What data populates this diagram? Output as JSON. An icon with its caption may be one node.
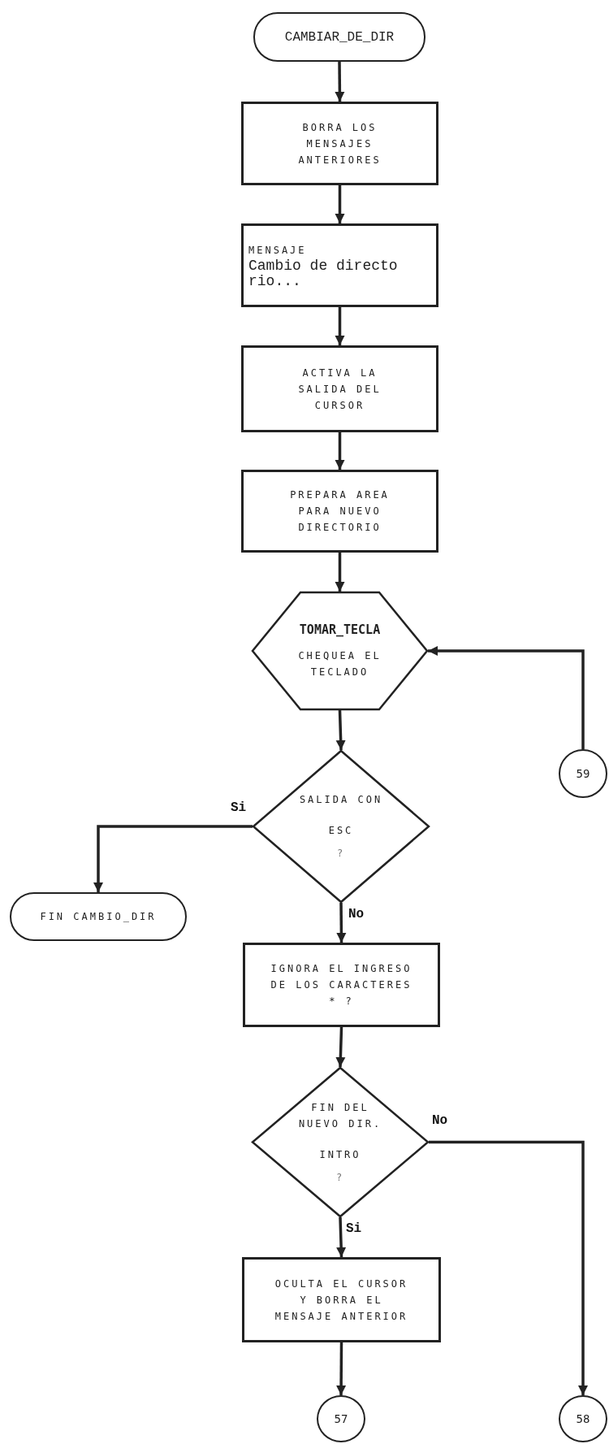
{
  "diagram": {
    "nodes": [
      {
        "text": [
          "CAMBIAR_DE_DIR"
        ]
      },
      {
        "text": [
          "BORRA LOS MENSAJES ANTERIORES"
        ]
      },
      {
        "text": [
          "MENSAJE",
          "Cambio de directo rio..."
        ]
      },
      {
        "text": [
          "ACTIVA LA SALIDA DEL CURSOR"
        ]
      },
      {
        "text": [
          "PREPARA AREA PARA NUEVO DIRECTORIO"
        ]
      },
      {
        "text": [
          "TOMAR_TECLA",
          "CHEQUEA EL TECLADO"
        ]
      },
      {
        "text": [
          "SALIDA CON",
          "ESC",
          "?"
        ]
      },
      {
        "text": [
          "59"
        ]
      },
      {
        "text": [
          "FIN CAMBIO_DIR"
        ]
      },
      {
        "text": [
          "IGNORA EL INGRESO DE LOS CARACTERES",
          "* ?"
        ]
      },
      {
        "text": [
          "FIN DEL NUEVO DIR.",
          "INTRO",
          "?"
        ]
      },
      {
        "text": [
          "OCULTA EL CURSOR Y BORRA EL MENSAJE ANTERIOR"
        ]
      },
      {
        "text": [
          "57"
        ]
      },
      {
        "text": [
          "58"
        ]
      }
    ],
    "edges": [
      {
        "from": 0,
        "to": 1,
        "arrow": "to"
      },
      {
        "from": 1,
        "to": 2,
        "arrow": "to"
      },
      {
        "from": 2,
        "to": 3,
        "arrow": "to"
      },
      {
        "from": 3,
        "to": 4,
        "arrow": "to"
      },
      {
        "from": 4,
        "to": 5,
        "arrow": "to"
      },
      {
        "from": 7,
        "to": 5,
        "arrow": "to"
      },
      {
        "from": 5,
        "to": 6,
        "arrow": "to"
      },
      {
        "from": 6,
        "to": 8,
        "arrow": "to",
        "label": "Si"
      },
      {
        "from": 6,
        "to": 9,
        "arrow": "to",
        "label": "No"
      },
      {
        "from": 9,
        "to": 10,
        "arrow": "to"
      },
      {
        "from": 10,
        "to": 11,
        "arrow": "to",
        "label": "Si"
      },
      {
        "from": 10,
        "to": 13,
        "arrow": "to",
        "label": "No"
      },
      {
        "from": 11,
        "to": 12,
        "arrow": "to"
      }
    ]
  }
}
